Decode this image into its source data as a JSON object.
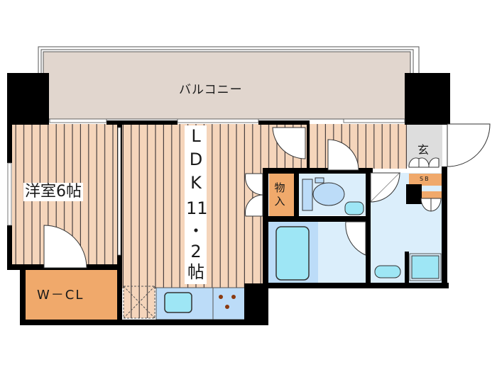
{
  "floor_plan": {
    "rooms": {
      "balcony": {
        "label": "バルコニー"
      },
      "western_room": {
        "label": "洋室6帖"
      },
      "ldk": {
        "label_parts": [
          "L",
          "D",
          "K",
          "11",
          "・",
          "2",
          "帖"
        ]
      },
      "walk_in_closet": {
        "label": "W－CL"
      },
      "storage": {
        "label": "物入"
      },
      "entrance": {
        "label": "玄"
      },
      "shoe_box": {
        "label": "SB"
      }
    },
    "colors": {
      "wall": "#000000",
      "balcony": "#e1d6ce",
      "wood_floor": "#f5d5bb",
      "wood_stripe": "#4a4040",
      "closet": "#f0a96b",
      "wet_area": "#dbeefb",
      "fixture": "#9ee6f5",
      "fixture_dark": "#bcdcf8",
      "entrance": "#dddddd"
    }
  }
}
